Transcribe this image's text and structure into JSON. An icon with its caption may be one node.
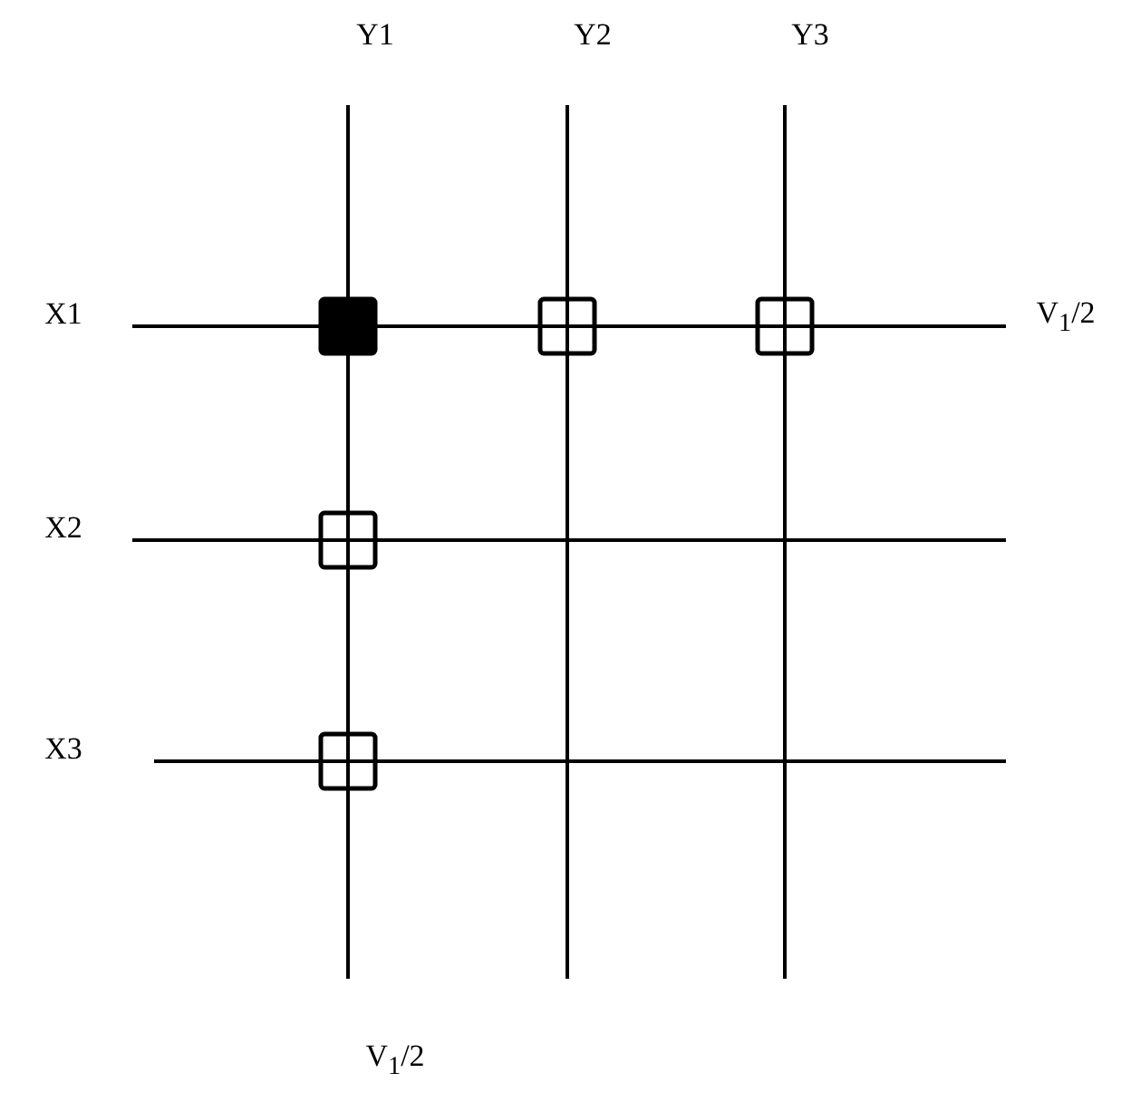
{
  "diagram": {
    "labels": [
      "Y1",
      "Y2",
      "Y3",
      "X1",
      "V$_{1}$/2",
      "X2",
      "X3",
      "V$_{1}$/2"
    ]
  }
}
